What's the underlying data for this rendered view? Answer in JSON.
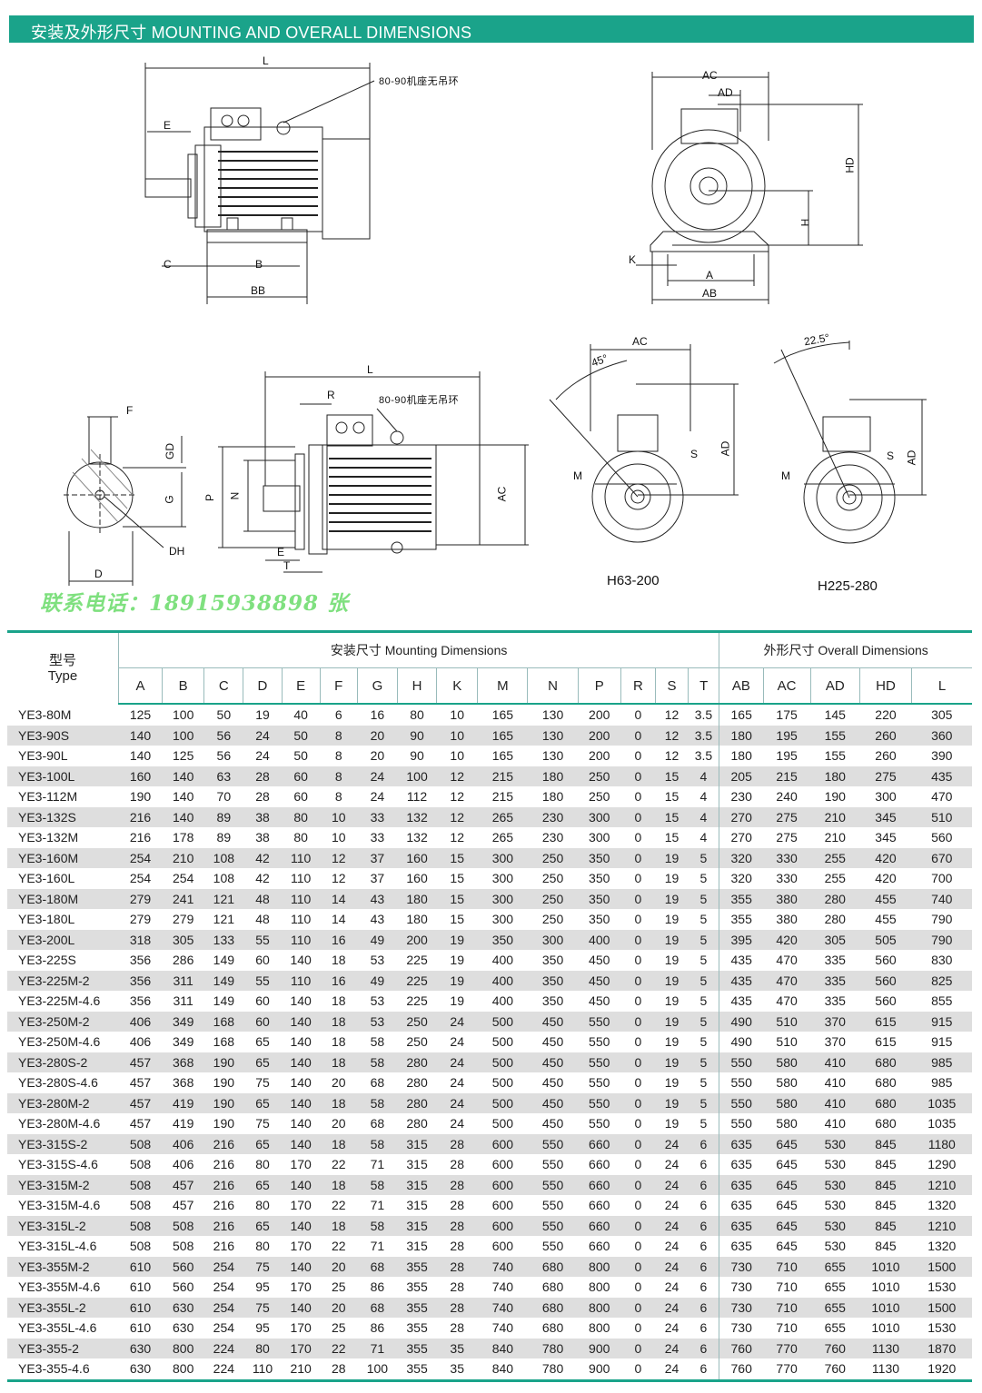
{
  "header": {
    "title": "安装及外形尺寸 MOUNTING AND OVERALL DIMENSIONS"
  },
  "drawing_labels": {
    "side_top": {
      "L": "L",
      "note": "80-90机座无吊环",
      "E": "E",
      "C": "C",
      "B": "B",
      "BB": "BB"
    },
    "front_top": {
      "AC": "AC",
      "AD": "AD",
      "HD": "HD",
      "H": "H",
      "K": "K",
      "A": "A",
      "AB": "AB"
    },
    "shaft": {
      "F": "F",
      "GD": "GD",
      "G": "G",
      "DH": "DH",
      "D": "D"
    },
    "side_flange": {
      "L": "L",
      "R": "R",
      "note": "80-90机座无吊环",
      "P": "P",
      "N": "N",
      "AC": "AC",
      "E": "E",
      "T": "T"
    },
    "flange_small": {
      "AC": "AC",
      "angle": "45°",
      "S": "S",
      "M": "M",
      "AD": "AD",
      "caption": "H63-200"
    },
    "flange_large": {
      "angle": "22.5°",
      "S": "S",
      "M": "M",
      "AD": "AD",
      "caption": "H225-280"
    }
  },
  "contact": "联系电话：18915938898  张",
  "table": {
    "type_header_cn": "型号",
    "type_header_en": "Type",
    "mount_group": "安装尺寸 Mounting Dimensions",
    "overall_group": "外形尺寸 Overall Dimensions",
    "mount_cols": [
      "A",
      "B",
      "C",
      "D",
      "E",
      "F",
      "G",
      "H",
      "K",
      "M",
      "N",
      "P",
      "R",
      "S",
      "T"
    ],
    "overall_cols": [
      "AB",
      "AC",
      "AD",
      "HD",
      "L"
    ],
    "rows": [
      [
        "YE3-80M",
        "125",
        "100",
        "50",
        "19",
        "40",
        "6",
        "16",
        "80",
        "10",
        "165",
        "130",
        "200",
        "0",
        "12",
        "3.5",
        "165",
        "175",
        "145",
        "220",
        "305"
      ],
      [
        "YE3-90S",
        "140",
        "100",
        "56",
        "24",
        "50",
        "8",
        "20",
        "90",
        "10",
        "165",
        "130",
        "200",
        "0",
        "12",
        "3.5",
        "180",
        "195",
        "155",
        "260",
        "360"
      ],
      [
        "YE3-90L",
        "140",
        "125",
        "56",
        "24",
        "50",
        "8",
        "20",
        "90",
        "10",
        "165",
        "130",
        "200",
        "0",
        "12",
        "3.5",
        "180",
        "195",
        "155",
        "260",
        "390"
      ],
      [
        "YE3-100L",
        "160",
        "140",
        "63",
        "28",
        "60",
        "8",
        "24",
        "100",
        "12",
        "215",
        "180",
        "250",
        "0",
        "15",
        "4",
        "205",
        "215",
        "180",
        "275",
        "435"
      ],
      [
        "YE3-112M",
        "190",
        "140",
        "70",
        "28",
        "60",
        "8",
        "24",
        "112",
        "12",
        "215",
        "180",
        "250",
        "0",
        "15",
        "4",
        "230",
        "240",
        "190",
        "300",
        "470"
      ],
      [
        "YE3-132S",
        "216",
        "140",
        "89",
        "38",
        "80",
        "10",
        "33",
        "132",
        "12",
        "265",
        "230",
        "300",
        "0",
        "15",
        "4",
        "270",
        "275",
        "210",
        "345",
        "510"
      ],
      [
        "YE3-132M",
        "216",
        "178",
        "89",
        "38",
        "80",
        "10",
        "33",
        "132",
        "12",
        "265",
        "230",
        "300",
        "0",
        "15",
        "4",
        "270",
        "275",
        "210",
        "345",
        "560"
      ],
      [
        "YE3-160M",
        "254",
        "210",
        "108",
        "42",
        "110",
        "12",
        "37",
        "160",
        "15",
        "300",
        "250",
        "350",
        "0",
        "19",
        "5",
        "320",
        "330",
        "255",
        "420",
        "670"
      ],
      [
        "YE3-160L",
        "254",
        "254",
        "108",
        "42",
        "110",
        "12",
        "37",
        "160",
        "15",
        "300",
        "250",
        "350",
        "0",
        "19",
        "5",
        "320",
        "330",
        "255",
        "420",
        "700"
      ],
      [
        "YE3-180M",
        "279",
        "241",
        "121",
        "48",
        "110",
        "14",
        "43",
        "180",
        "15",
        "300",
        "250",
        "350",
        "0",
        "19",
        "5",
        "355",
        "380",
        "280",
        "455",
        "740"
      ],
      [
        "YE3-180L",
        "279",
        "279",
        "121",
        "48",
        "110",
        "14",
        "43",
        "180",
        "15",
        "300",
        "250",
        "350",
        "0",
        "19",
        "5",
        "355",
        "380",
        "280",
        "455",
        "790"
      ],
      [
        "YE3-200L",
        "318",
        "305",
        "133",
        "55",
        "110",
        "16",
        "49",
        "200",
        "19",
        "350",
        "300",
        "400",
        "0",
        "19",
        "5",
        "395",
        "420",
        "305",
        "505",
        "790"
      ],
      [
        "YE3-225S",
        "356",
        "286",
        "149",
        "60",
        "140",
        "18",
        "53",
        "225",
        "19",
        "400",
        "350",
        "450",
        "0",
        "19",
        "5",
        "435",
        "470",
        "335",
        "560",
        "830"
      ],
      [
        "YE3-225M-2",
        "356",
        "311",
        "149",
        "55",
        "110",
        "16",
        "49",
        "225",
        "19",
        "400",
        "350",
        "450",
        "0",
        "19",
        "5",
        "435",
        "470",
        "335",
        "560",
        "825"
      ],
      [
        "YE3-225M-4.6",
        "356",
        "311",
        "149",
        "60",
        "140",
        "18",
        "53",
        "225",
        "19",
        "400",
        "350",
        "450",
        "0",
        "19",
        "5",
        "435",
        "470",
        "335",
        "560",
        "855"
      ],
      [
        "YE3-250M-2",
        "406",
        "349",
        "168",
        "60",
        "140",
        "18",
        "53",
        "250",
        "24",
        "500",
        "450",
        "550",
        "0",
        "19",
        "5",
        "490",
        "510",
        "370",
        "615",
        "915"
      ],
      [
        "YE3-250M-4.6",
        "406",
        "349",
        "168",
        "65",
        "140",
        "18",
        "58",
        "250",
        "24",
        "500",
        "450",
        "550",
        "0",
        "19",
        "5",
        "490",
        "510",
        "370",
        "615",
        "915"
      ],
      [
        "YE3-280S-2",
        "457",
        "368",
        "190",
        "65",
        "140",
        "18",
        "58",
        "280",
        "24",
        "500",
        "450",
        "550",
        "0",
        "19",
        "5",
        "550",
        "580",
        "410",
        "680",
        "985"
      ],
      [
        "YE3-280S-4.6",
        "457",
        "368",
        "190",
        "75",
        "140",
        "20",
        "68",
        "280",
        "24",
        "500",
        "450",
        "550",
        "0",
        "19",
        "5",
        "550",
        "580",
        "410",
        "680",
        "985"
      ],
      [
        "YE3-280M-2",
        "457",
        "419",
        "190",
        "65",
        "140",
        "18",
        "58",
        "280",
        "24",
        "500",
        "450",
        "550",
        "0",
        "19",
        "5",
        "550",
        "580",
        "410",
        "680",
        "1035"
      ],
      [
        "YE3-280M-4.6",
        "457",
        "419",
        "190",
        "75",
        "140",
        "20",
        "68",
        "280",
        "24",
        "500",
        "450",
        "550",
        "0",
        "19",
        "5",
        "550",
        "580",
        "410",
        "680",
        "1035"
      ],
      [
        "YE3-315S-2",
        "508",
        "406",
        "216",
        "65",
        "140",
        "18",
        "58",
        "315",
        "28",
        "600",
        "550",
        "660",
        "0",
        "24",
        "6",
        "635",
        "645",
        "530",
        "845",
        "1180"
      ],
      [
        "YE3-315S-4.6",
        "508",
        "406",
        "216",
        "80",
        "170",
        "22",
        "71",
        "315",
        "28",
        "600",
        "550",
        "660",
        "0",
        "24",
        "6",
        "635",
        "645",
        "530",
        "845",
        "1290"
      ],
      [
        "YE3-315M-2",
        "508",
        "457",
        "216",
        "65",
        "140",
        "18",
        "58",
        "315",
        "28",
        "600",
        "550",
        "660",
        "0",
        "24",
        "6",
        "635",
        "645",
        "530",
        "845",
        "1210"
      ],
      [
        "YE3-315M-4.6",
        "508",
        "457",
        "216",
        "80",
        "170",
        "22",
        "71",
        "315",
        "28",
        "600",
        "550",
        "660",
        "0",
        "24",
        "6",
        "635",
        "645",
        "530",
        "845",
        "1320"
      ],
      [
        "YE3-315L-2",
        "508",
        "508",
        "216",
        "65",
        "140",
        "18",
        "58",
        "315",
        "28",
        "600",
        "550",
        "660",
        "0",
        "24",
        "6",
        "635",
        "645",
        "530",
        "845",
        "1210"
      ],
      [
        "YE3-315L-4.6",
        "508",
        "508",
        "216",
        "80",
        "170",
        "22",
        "71",
        "315",
        "28",
        "600",
        "550",
        "660",
        "0",
        "24",
        "6",
        "635",
        "645",
        "530",
        "845",
        "1320"
      ],
      [
        "YE3-355M-2",
        "610",
        "560",
        "254",
        "75",
        "140",
        "20",
        "68",
        "355",
        "28",
        "740",
        "680",
        "800",
        "0",
        "24",
        "6",
        "730",
        "710",
        "655",
        "1010",
        "1500"
      ],
      [
        "YE3-355M-4.6",
        "610",
        "560",
        "254",
        "95",
        "170",
        "25",
        "86",
        "355",
        "28",
        "740",
        "680",
        "800",
        "0",
        "24",
        "6",
        "730",
        "710",
        "655",
        "1010",
        "1530"
      ],
      [
        "YE3-355L-2",
        "610",
        "630",
        "254",
        "75",
        "140",
        "20",
        "68",
        "355",
        "28",
        "740",
        "680",
        "800",
        "0",
        "24",
        "6",
        "730",
        "710",
        "655",
        "1010",
        "1500"
      ],
      [
        "YE3-355L-4.6",
        "610",
        "630",
        "254",
        "95",
        "170",
        "25",
        "86",
        "355",
        "28",
        "740",
        "680",
        "800",
        "0",
        "24",
        "6",
        "730",
        "710",
        "655",
        "1010",
        "1530"
      ],
      [
        "YE3-355-2",
        "630",
        "800",
        "224",
        "80",
        "170",
        "22",
        "71",
        "355",
        "35",
        "840",
        "780",
        "900",
        "0",
        "24",
        "6",
        "760",
        "770",
        "760",
        "1130",
        "1870"
      ],
      [
        "YE3-355-4.6",
        "630",
        "800",
        "224",
        "110",
        "210",
        "28",
        "100",
        "355",
        "35",
        "840",
        "780",
        "900",
        "0",
        "24",
        "6",
        "760",
        "770",
        "760",
        "1130",
        "1920"
      ]
    ]
  }
}
